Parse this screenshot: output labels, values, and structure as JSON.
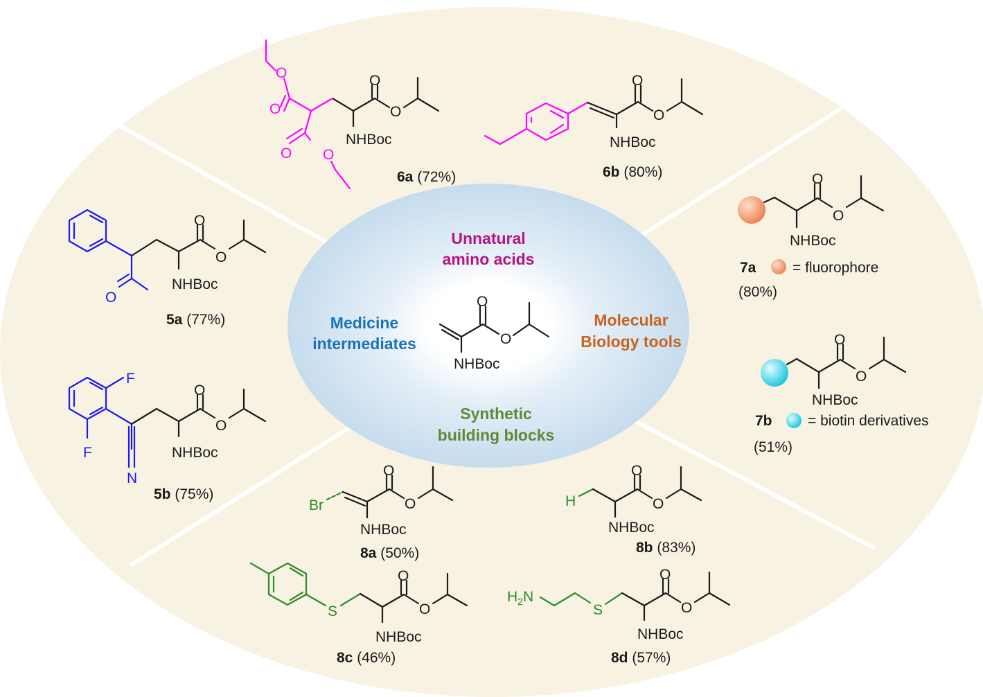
{
  "colors": {
    "background_ellipse": "#f8f2e3",
    "center_ellipse": "#cfe2f1",
    "unnatural": "#b5157f",
    "medicine": "#1a73b8",
    "molecular": "#c8641e",
    "synthetic": "#5e8a36",
    "pink": "#ff00ff",
    "blue": "#1a1aee",
    "green": "#2a8c2a",
    "orange_sphere": "#f5966b",
    "cyan_sphere": "#38d8ec"
  },
  "center": {
    "atom_o": "O",
    "atom_ester_o": "O",
    "nhboc": "NHBoc"
  },
  "categories": {
    "unnatural_1": "Unnatural",
    "unnatural_2": "amino acids",
    "medicine_1": "Medicine",
    "medicine_2": "intermediates",
    "molecular_1": "Molecular",
    "molecular_2": "Biology tools",
    "synthetic_1": "Synthetic",
    "synthetic_2": "building blocks"
  },
  "compounds": {
    "c6a": {
      "id": "6a",
      "yield": "(72%)",
      "nhboc": "NHBoc",
      "o": "O"
    },
    "c6b": {
      "id": "6b",
      "yield": "(80%)",
      "nhboc": "NHBoc",
      "o": "O"
    },
    "c5a": {
      "id": "5a",
      "yield": "(77%)",
      "nhboc": "NHBoc",
      "o": "O"
    },
    "c5b": {
      "id": "5b",
      "yield": "(75%)",
      "nhboc": "NHBoc",
      "o": "O",
      "f": "F",
      "n": "N"
    },
    "c7a": {
      "id": "7a",
      "yield": "(80%)",
      "nhboc": "NHBoc",
      "o": "O",
      "legend": "= fluorophore"
    },
    "c7b": {
      "id": "7b",
      "yield": "(51%)",
      "nhboc": "NHBoc",
      "o": "O",
      "legend": "= biotin derivatives"
    },
    "c8a": {
      "id": "8a",
      "yield": "(50%)",
      "nhboc": "NHBoc",
      "o": "O",
      "br": "Br"
    },
    "c8b": {
      "id": "8b",
      "yield": "(83%)",
      "nhboc": "NHBoc",
      "o": "O",
      "h": "H"
    },
    "c8c": {
      "id": "8c",
      "yield": "(46%)",
      "nhboc": "NHBoc",
      "o": "O",
      "s": "S"
    },
    "c8d": {
      "id": "8d",
      "yield": "(57%)",
      "nhboc": "NHBoc",
      "o": "O",
      "s": "S",
      "h2": "H",
      "h2_sub": "2",
      "n": "N"
    }
  }
}
